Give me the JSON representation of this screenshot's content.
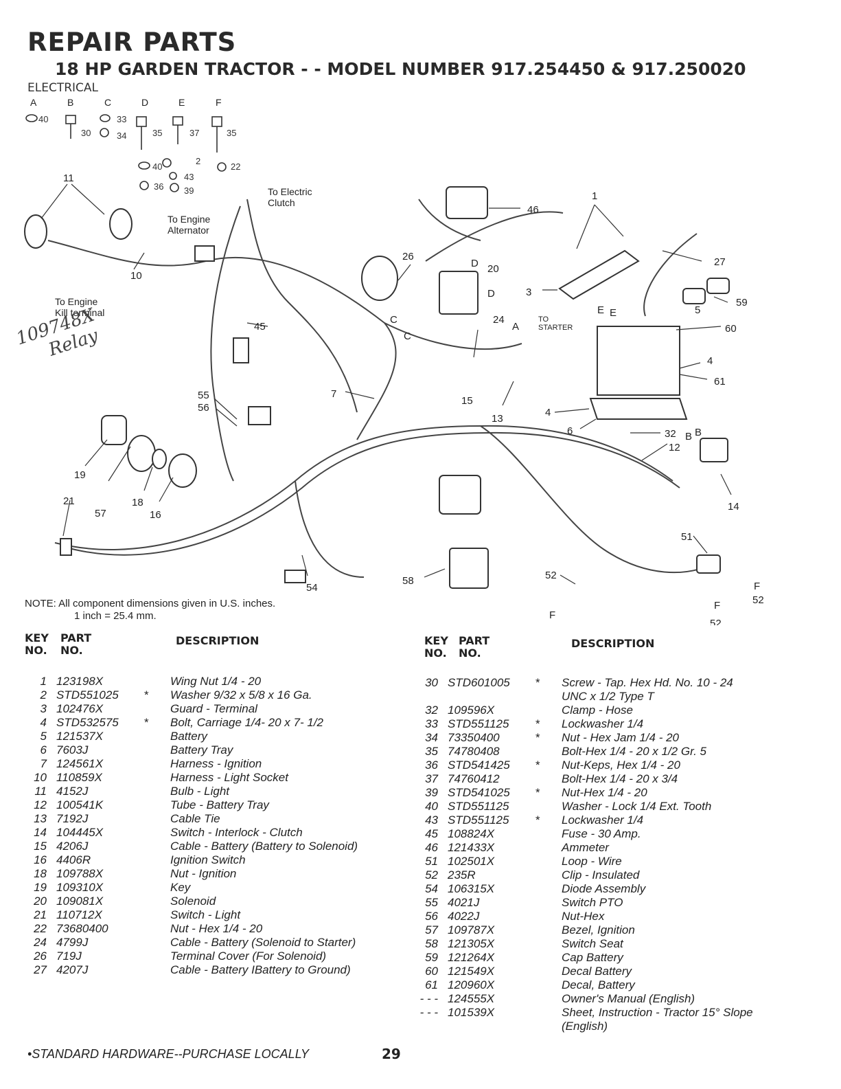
{
  "header": {
    "title": "REPAIR PARTS",
    "subtitle": "18 HP GARDEN TRACTOR - - MODEL NUMBER 917.254450 & 917.250020",
    "section": "ELECTRICAL"
  },
  "hardware_letters": [
    "A",
    "B",
    "C",
    "D",
    "E",
    "F"
  ],
  "annotations": {
    "engine_alternator": "To Engine Alternator",
    "electric_clutch": "To Electric Clutch",
    "engine_kill": "To Engine Kill terminal",
    "to_starter": "TO STARTER"
  },
  "handwritten": {
    "line1": "109748X",
    "line2": "Relay"
  },
  "note": {
    "line1": "NOTE:  All component dimensions given in U.S. inches.",
    "line2": "1 inch = 25.4 mm."
  },
  "column_headers": {
    "key_no": "KEY NO.",
    "part_no": "PART NO.",
    "description": "DESCRIPTION"
  },
  "parts_left": [
    {
      "key": "1",
      "part": "123198X",
      "std": "",
      "desc": "Wing Nut 1/4 - 20"
    },
    {
      "key": "2",
      "part": "STD551025",
      "std": "*",
      "desc": "Washer 9/32 x 5/8 x 16 Ga."
    },
    {
      "key": "3",
      "part": "102476X",
      "std": "",
      "desc": "Guard - Terminal"
    },
    {
      "key": "4",
      "part": "STD532575",
      "std": "*",
      "desc": "Bolt, Carriage 1/4- 20 x 7- 1/2"
    },
    {
      "key": "5",
      "part": "121537X",
      "std": "",
      "desc": "Battery"
    },
    {
      "key": "6",
      "part": "7603J",
      "std": "",
      "desc": "Battery Tray"
    },
    {
      "key": "7",
      "part": "124561X",
      "std": "",
      "desc": "Harness - Ignition"
    },
    {
      "key": "10",
      "part": "110859X",
      "std": "",
      "desc": "Harness - Light Socket"
    },
    {
      "key": "11",
      "part": "4152J",
      "std": "",
      "desc": "Bulb - Light"
    },
    {
      "key": "12",
      "part": "100541K",
      "std": "",
      "desc": "Tube - Battery Tray"
    },
    {
      "key": "13",
      "part": "7192J",
      "std": "",
      "desc": "Cable Tie"
    },
    {
      "key": "14",
      "part": "104445X",
      "std": "",
      "desc": "Switch - Interlock - Clutch"
    },
    {
      "key": "15",
      "part": "4206J",
      "std": "",
      "desc": "Cable - Battery (Battery to Solenoid)"
    },
    {
      "key": "16",
      "part": "4406R",
      "std": "",
      "desc": "Ignition Switch"
    },
    {
      "key": "18",
      "part": "109788X",
      "std": "",
      "desc": "Nut - Ignition"
    },
    {
      "key": "19",
      "part": "109310X",
      "std": "",
      "desc": "Key"
    },
    {
      "key": "20",
      "part": "109081X",
      "std": "",
      "desc": "Solenoid"
    },
    {
      "key": "21",
      "part": "110712X",
      "std": "",
      "desc": "Switch -  Light"
    },
    {
      "key": "22",
      "part": "73680400",
      "std": "",
      "desc": "Nut - Hex 1/4 - 20"
    },
    {
      "key": "24",
      "part": "4799J",
      "std": "",
      "desc": "Cable - Battery (Solenoid to Starter)"
    },
    {
      "key": "26",
      "part": "719J",
      "std": "",
      "desc": "Terminal Cover (For Solenoid)"
    },
    {
      "key": "27",
      "part": "4207J",
      "std": "",
      "desc": "Cable - Battery IBattery to Ground)"
    }
  ],
  "parts_right": [
    {
      "key": "30",
      "part": "STD601005",
      "std": "*",
      "desc": "Screw - Tap. Hex Hd. No. 10 - 24 UNC x 1/2 Type T"
    },
    {
      "key": "32",
      "part": "109596X",
      "std": "",
      "desc": "Clamp - Hose"
    },
    {
      "key": "33",
      "part": "STD551125",
      "std": "*",
      "desc": "Lockwasher 1/4"
    },
    {
      "key": "34",
      "part": "73350400",
      "std": "*",
      "desc": "Nut - Hex Jam 1/4 - 20"
    },
    {
      "key": "35",
      "part": "74780408",
      "std": "",
      "desc": "Bolt-Hex 1/4 - 20 x 1/2 Gr. 5"
    },
    {
      "key": "36",
      "part": "STD541425",
      "std": "*",
      "desc": "Nut-Keps, Hex 1/4 - 20"
    },
    {
      "key": "37",
      "part": "74760412",
      "std": "",
      "desc": "Bolt-Hex 1/4 - 20 x 3/4"
    },
    {
      "key": "39",
      "part": "STD541025",
      "std": "*",
      "desc": "Nut-Hex 1/4 - 20"
    },
    {
      "key": "40",
      "part": "STD551125",
      "std": "",
      "desc": "Washer - Lock 1/4 Ext. Tooth"
    },
    {
      "key": "43",
      "part": "STD551125",
      "std": "*",
      "desc": "Lockwasher 1/4"
    },
    {
      "key": "45",
      "part": "108824X",
      "std": "",
      "desc": "Fuse - 30 Amp."
    },
    {
      "key": "46",
      "part": "121433X",
      "std": "",
      "desc": "Ammeter"
    },
    {
      "key": "51",
      "part": "102501X",
      "std": "",
      "desc": "Loop - Wire"
    },
    {
      "key": "52",
      "part": "235R",
      "std": "",
      "desc": "Clip - Insulated"
    },
    {
      "key": "54",
      "part": "106315X",
      "std": "",
      "desc": "Diode Assembly"
    },
    {
      "key": "55",
      "part": "4021J",
      "std": "",
      "desc": "Switch PTO"
    },
    {
      "key": "56",
      "part": "4022J",
      "std": "",
      "desc": "Nut-Hex"
    },
    {
      "key": "57",
      "part": "109787X",
      "std": "",
      "desc": "Bezel, Ignition"
    },
    {
      "key": "58",
      "part": "121305X",
      "std": "",
      "desc": "Switch Seat"
    },
    {
      "key": "59",
      "part": "121264X",
      "std": "",
      "desc": "Cap Battery"
    },
    {
      "key": "60",
      "part": "121549X",
      "std": "",
      "desc": "Decal Battery"
    },
    {
      "key": "61",
      "part": "120960X",
      "std": "",
      "desc": "Decal, Battery"
    },
    {
      "key": "- - -",
      "part": "124555X",
      "std": "",
      "desc": "Owner's Manual (English)"
    },
    {
      "key": "- - -",
      "part": "101539X",
      "std": "",
      "desc": "Sheet, Instruction - Tractor 15° Slope (English)"
    }
  ],
  "footer": {
    "note": "•STANDARD HARDWARE--PURCHASE LOCALLY",
    "page": "29"
  }
}
